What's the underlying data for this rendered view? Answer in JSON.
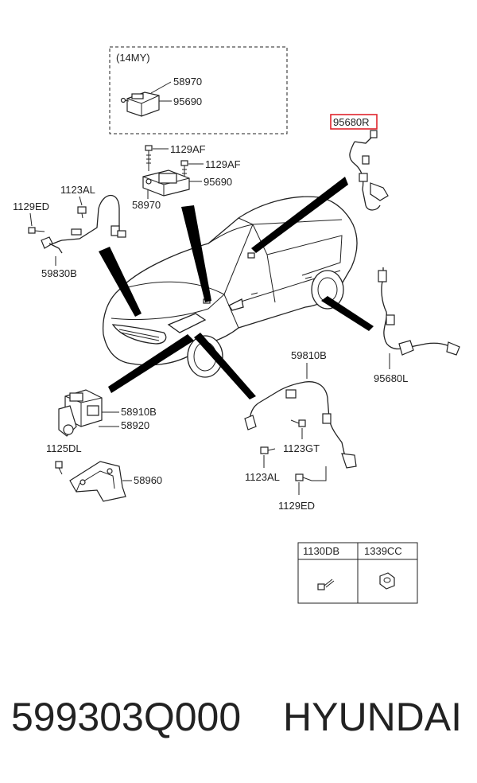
{
  "box_14my": {
    "title": "(14MY)",
    "labels": [
      "58970",
      "95690"
    ]
  },
  "labels": {
    "p1129af_a": "1129AF",
    "p1129af_b": "1129AF",
    "p95690": "95690",
    "p58970": "58970",
    "p1123al_a": "1123AL",
    "p1129ed_a": "1129ED",
    "p59830b": "59830B",
    "p95680r": "95680R",
    "p95680l": "95680L",
    "p59810b": "59810B",
    "p58910b": "58910B",
    "p58920": "58920",
    "p1125dl": "1125DL",
    "p58960": "58960",
    "p1123gt": "1123GT",
    "p1123al_b": "1123AL",
    "p1129ed_b": "1129ED"
  },
  "highlight_color": "#e0242c",
  "table": {
    "headers": [
      "1130DB",
      "1339CC"
    ],
    "icons": [
      "bolt-icon",
      "nut-icon"
    ]
  },
  "footer": {
    "part_number": "599303Q000",
    "brand": "HYUNDAI"
  }
}
